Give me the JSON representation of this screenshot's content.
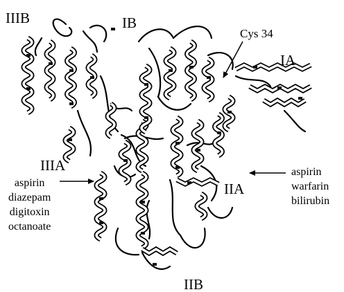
{
  "figure": {
    "domains": [
      {
        "id": "IIIB",
        "label": "IIIB"
      },
      {
        "id": "IB",
        "label": "IB"
      },
      {
        "id": "IA",
        "label": "IA"
      },
      {
        "id": "IIIA",
        "label": "IIIA"
      },
      {
        "id": "IIA",
        "label": "IIA"
      },
      {
        "id": "IIB",
        "label": "IIB"
      }
    ],
    "residue_label": "Cys 34",
    "ligand_sites": [
      {
        "site": "IIA",
        "ligands": [
          "aspirin",
          "warfarin",
          "bilirubin"
        ]
      },
      {
        "site": "IIIA",
        "ligands": [
          "aspirin",
          "diazepam",
          "digitoxin",
          "octanoate"
        ]
      }
    ],
    "colors": {
      "ink": "#000000",
      "background": "#ffffff",
      "ribbon_fill": "#ffffff",
      "ribbon_dark": "#111111"
    }
  }
}
